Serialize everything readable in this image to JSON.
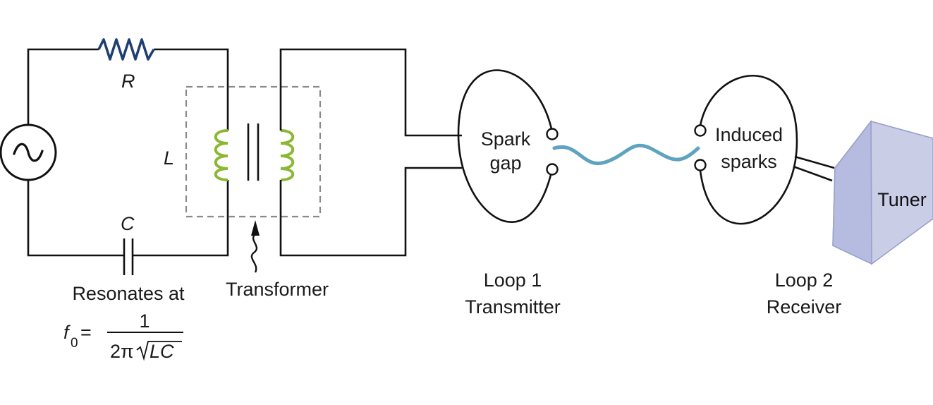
{
  "labels": {
    "resistor": "R",
    "inductor": "L",
    "capacitor": "C",
    "resonates": "Resonates at",
    "f_symbol": "f",
    "f_subscript": "0",
    "equals": "=",
    "numerator": "1",
    "denominator_prefix": "2π",
    "denominator_radicand": "LC",
    "transformer": "Transformer",
    "spark_line1": "Spark",
    "spark_line2": "gap",
    "induced_line1": "Induced",
    "induced_line2": "sparks",
    "loop1_line1": "Loop 1",
    "loop1_line2": "Transmitter",
    "loop2_line1": "Loop 2",
    "loop2_line2": "Receiver",
    "tuner": "Tuner"
  },
  "colors": {
    "wire": "#111111",
    "resistor": "#1f3f73",
    "coil": "#8ab833",
    "wave": "#5ea3bf",
    "dashed_box": "#8a8a8a",
    "tuner_front": "#c9cde6",
    "tuner_side": "#a9aed6"
  },
  "icons": {
    "source": "ac-source-icon",
    "resistor": "resistor-icon",
    "capacitor": "capacitor-icon",
    "coil": "inductor-coil-icon",
    "wave": "electromagnetic-wave-icon",
    "tuner": "tuner-box-icon"
  }
}
